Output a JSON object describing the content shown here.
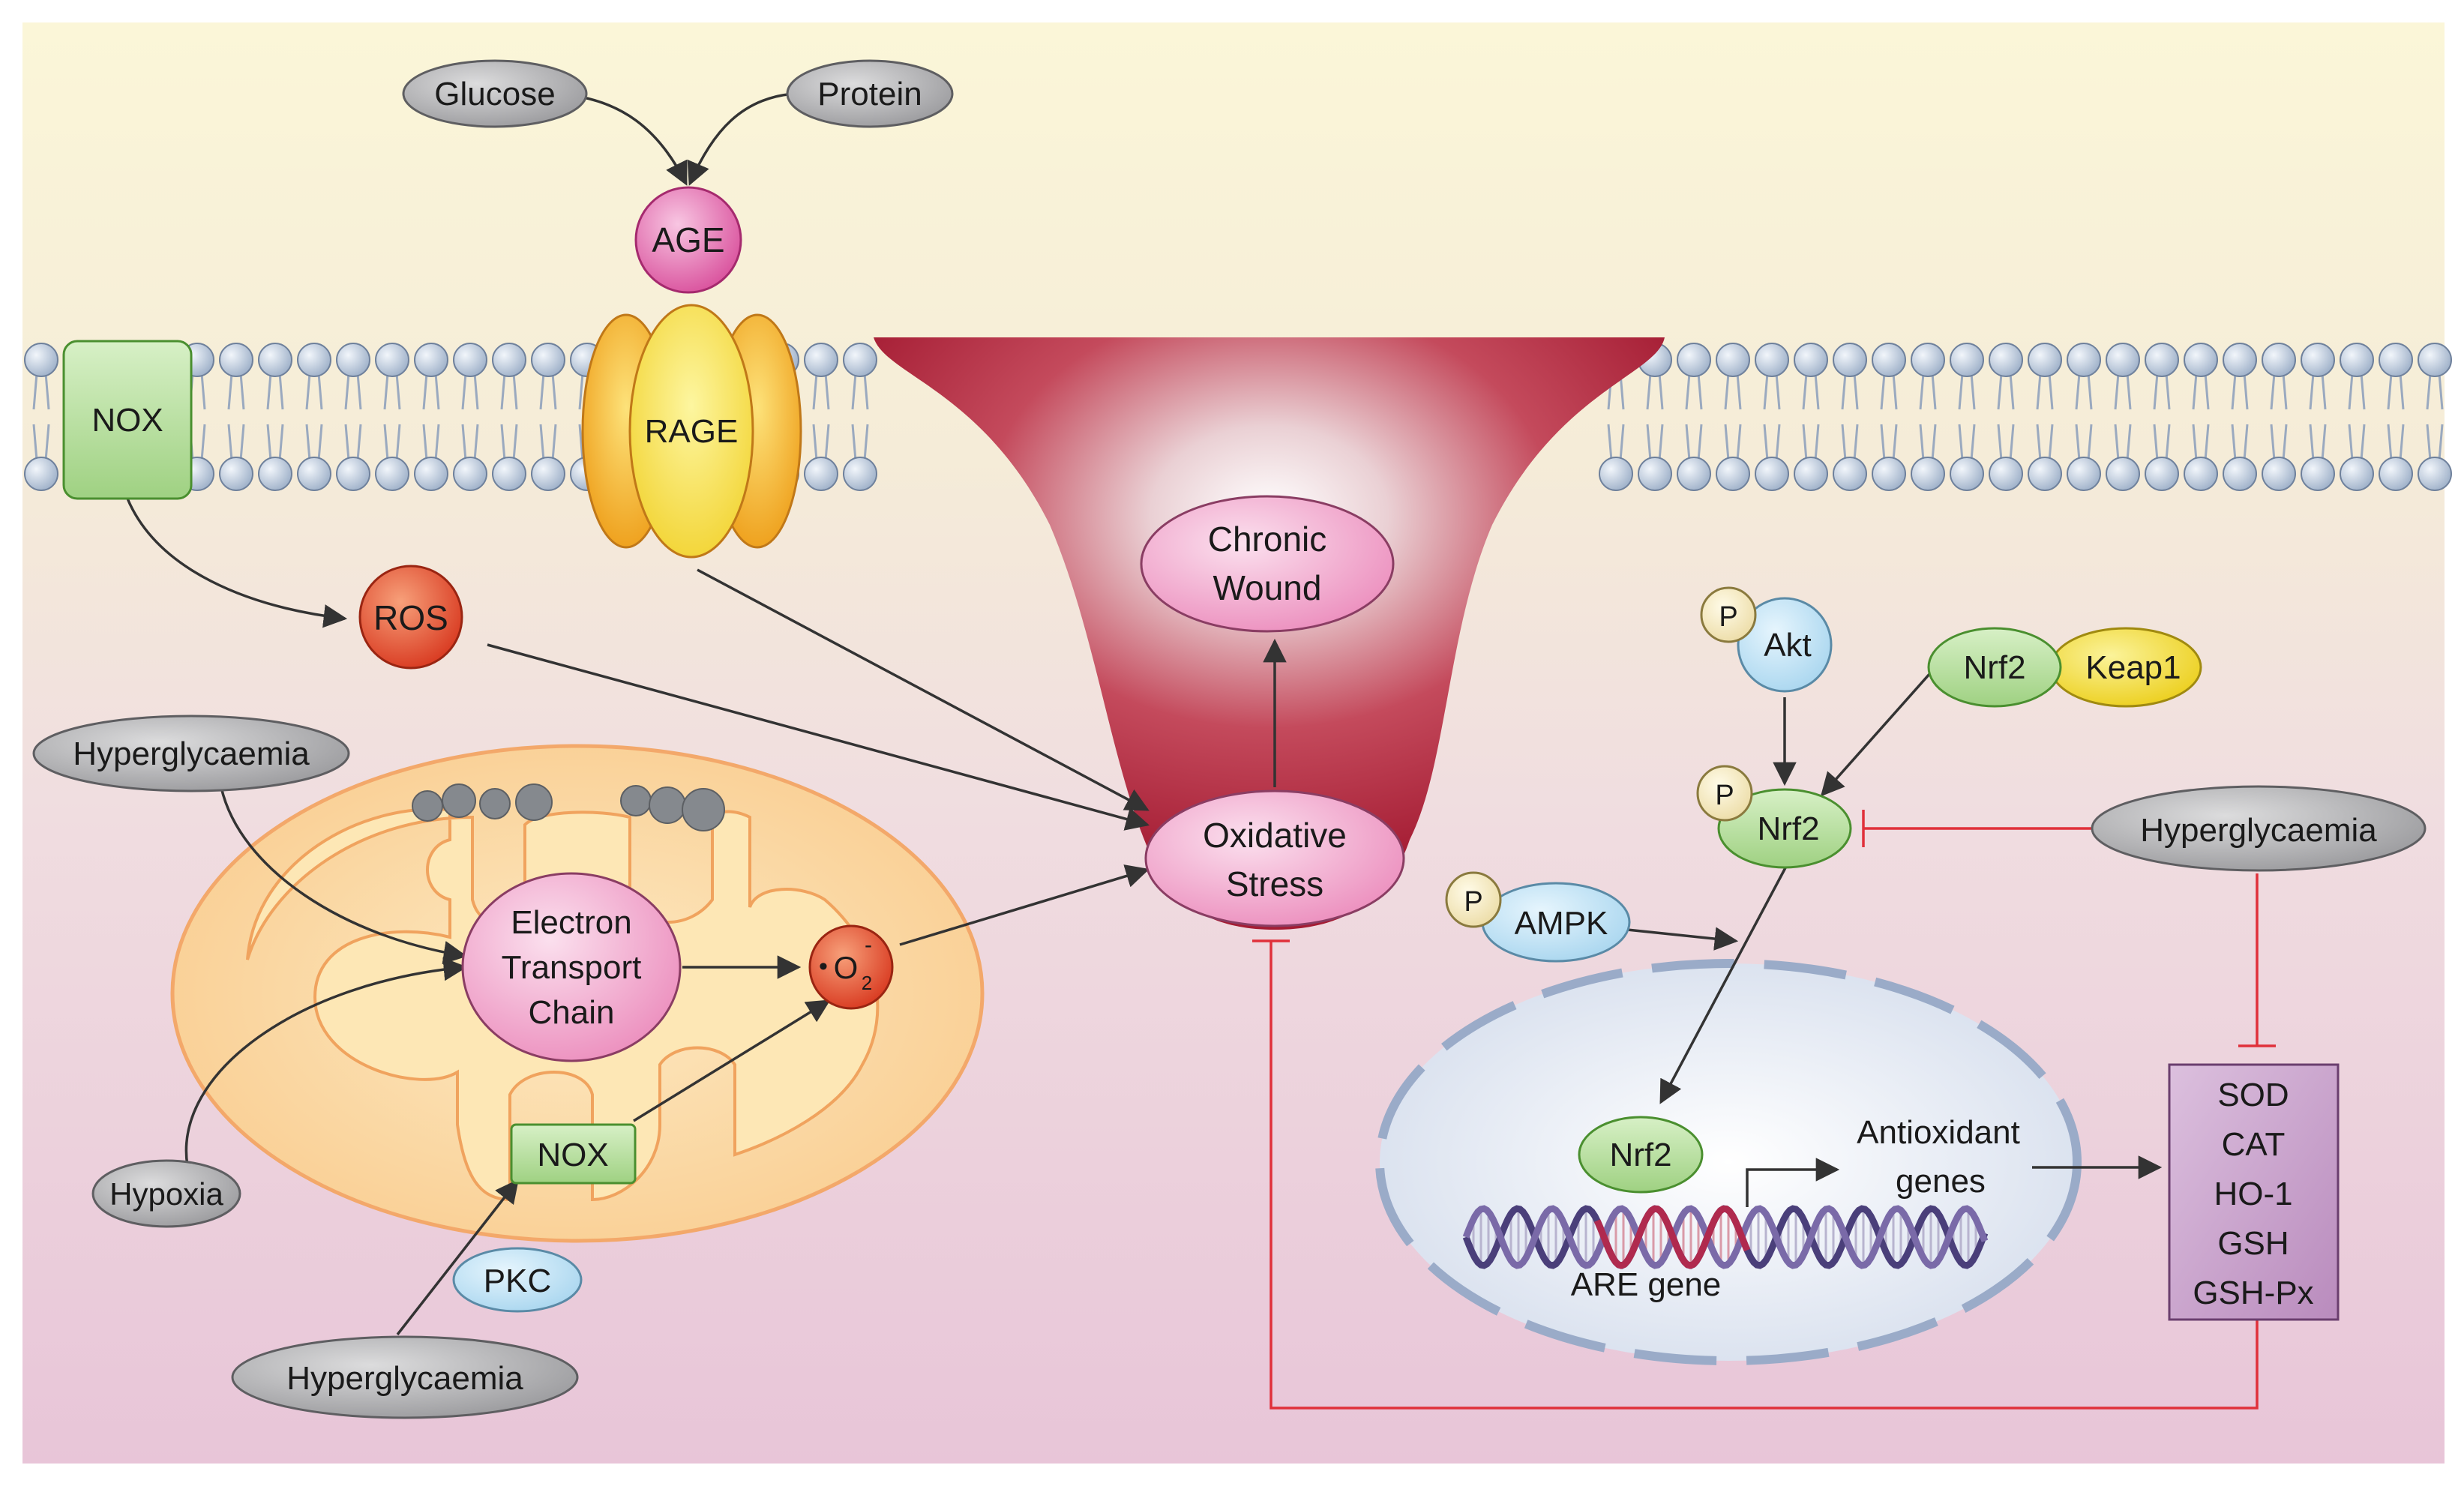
{
  "diagram": {
    "inputs": {
      "glucose": "Glucose",
      "protein": "Protein"
    },
    "age": "AGE",
    "rage": "RAGE",
    "nox_membrane": "NOX",
    "ros": "ROS",
    "hyperglycaemia_left": "Hyperglycaemia",
    "hypoxia": "Hypoxia",
    "hyperglycaemia_bottom": "Hyperglycaemia",
    "pkc": "PKC",
    "nox_mito": "NOX",
    "etc_line1": "Electron",
    "etc_line2": "Transport",
    "etc_line3": "Chain",
    "superoxide_main": "O",
    "superoxide_sub": "2",
    "superoxide_sup": "-",
    "superoxide_dot": "•",
    "chronic_line1": "Chronic",
    "chronic_line2": "Wound",
    "oxidative_line1": "Oxidative",
    "oxidative_line2": "Stress",
    "phospho": "P",
    "akt": "Akt",
    "nrf2_free": "Nrf2",
    "keap1": "Keap1",
    "nrf2_phos": "Nrf2",
    "ampk": "AMPK",
    "hyperglycaemia_right": "Hyperglycaemia",
    "nrf2_nucleus": "Nrf2",
    "antioxidant_line1": "Antioxidant",
    "antioxidant_line2": "genes",
    "are_gene": "ARE gene",
    "enzymes": [
      "SOD",
      "CAT",
      "HO-1",
      "GSH",
      "GSH-Px"
    ]
  },
  "colors": {
    "grey_node": "#a9a9ab",
    "pink_node": "#ef9dc6",
    "red_node": "#e2452c",
    "green_node": "#b8e0a0",
    "blue_node": "#bfe3f5",
    "yellow_node": "#f7e53a",
    "funnel": "#b3253a",
    "inhibition": "#e0303a",
    "enzyme_box": "#c9a3cc"
  }
}
